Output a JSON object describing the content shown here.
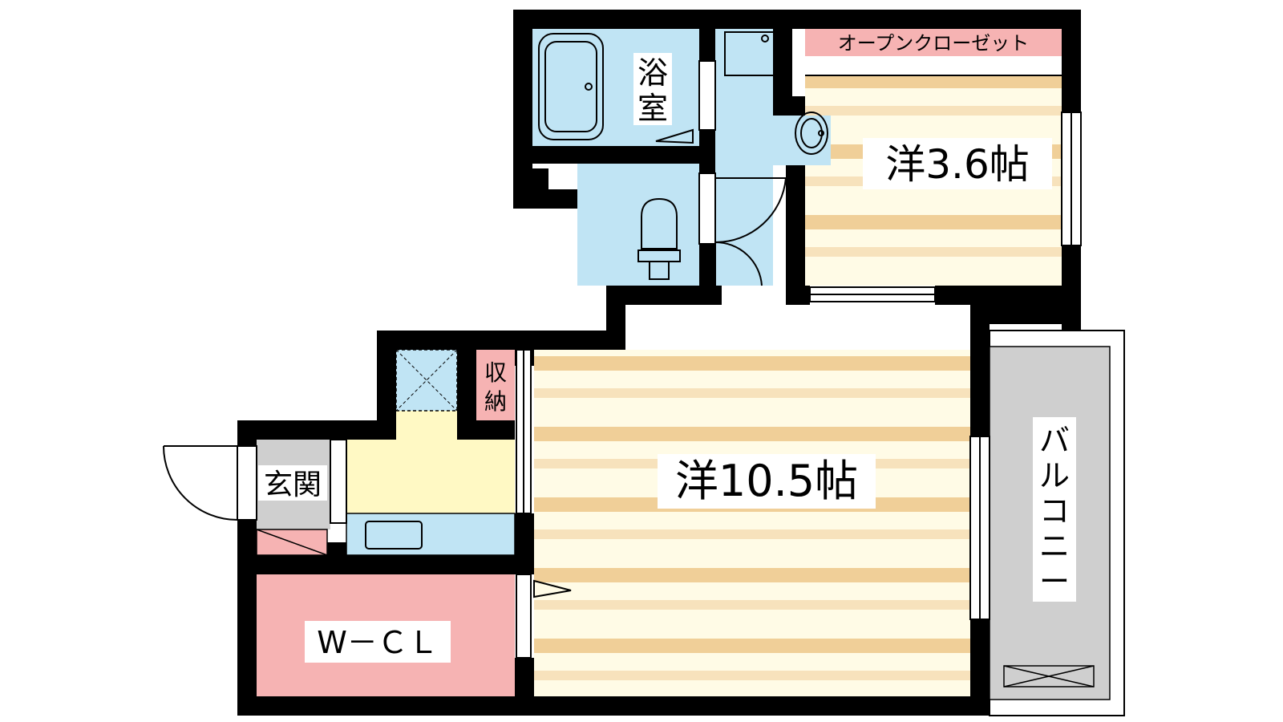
{
  "floor_plan": {
    "rooms": {
      "western_large": {
        "label": "洋10.5帖"
      },
      "western_small": {
        "label": "洋3.6帖"
      },
      "bathroom": {
        "label_line1": "浴",
        "label_line2": "室"
      },
      "entrance": {
        "label": "玄関"
      },
      "storage": {
        "label_line1": "収",
        "label_line2": "納"
      },
      "walk_in_closet": {
        "label": "W－ＣＬ"
      },
      "open_closet": {
        "label": "オープンクローゼット"
      },
      "balcony": {
        "label_chars": [
          "バ",
          "ル",
          "コ",
          "ニ",
          "ー"
        ]
      }
    },
    "colors": {
      "wall": "#000000",
      "floor_stripe": "#f0cf98",
      "floor_base": "#fffbe6",
      "wet_area": "#c0e4f4",
      "kitchen_floor": "#fff9c4",
      "closet": "#f6b3b3",
      "balcony": "#cfcfcf",
      "entrance": "#cfcfcf"
    }
  }
}
